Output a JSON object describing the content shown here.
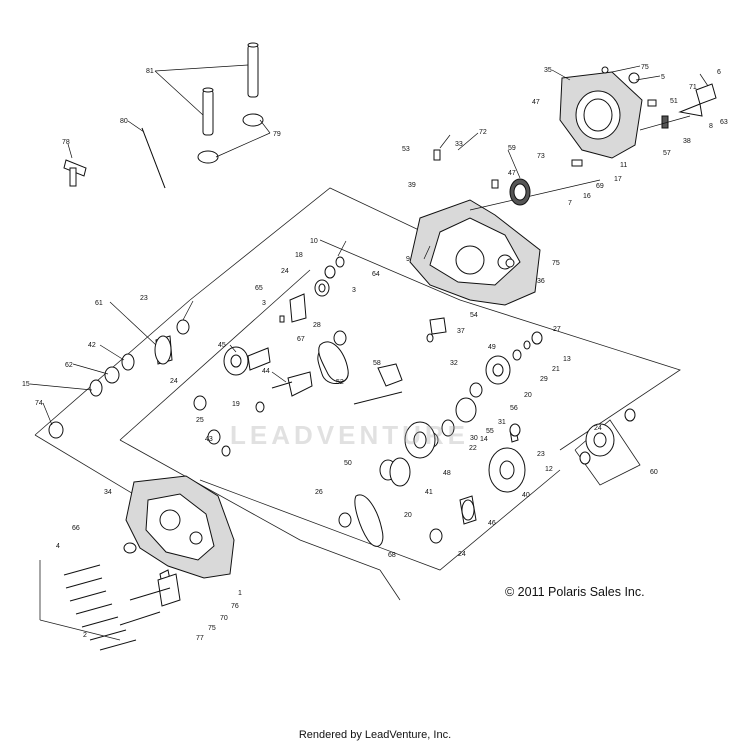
{
  "copyright": "© 2011 Polaris Sales Inc.",
  "footer": "Rendered by LeadVenture, Inc.",
  "watermark": "LEADVENTURE",
  "callouts": [
    {
      "id": "c81",
      "text": "81"
    },
    {
      "id": "c80",
      "text": "80"
    },
    {
      "id": "c79",
      "text": "79"
    },
    {
      "id": "c78",
      "text": "78"
    },
    {
      "id": "c35",
      "text": "35"
    },
    {
      "id": "c75a",
      "text": "75"
    },
    {
      "id": "c5",
      "text": "5"
    },
    {
      "id": "c6",
      "text": "6"
    },
    {
      "id": "c47a",
      "text": "47"
    },
    {
      "id": "c71",
      "text": "71"
    },
    {
      "id": "c51",
      "text": "51"
    },
    {
      "id": "c8",
      "text": "8"
    },
    {
      "id": "c63",
      "text": "63"
    },
    {
      "id": "c38",
      "text": "38"
    },
    {
      "id": "c57",
      "text": "57"
    },
    {
      "id": "c53",
      "text": "53"
    },
    {
      "id": "c33",
      "text": "33"
    },
    {
      "id": "c72",
      "text": "72"
    },
    {
      "id": "c59",
      "text": "59"
    },
    {
      "id": "c73",
      "text": "73"
    },
    {
      "id": "c11",
      "text": "11"
    },
    {
      "id": "c47b",
      "text": "47"
    },
    {
      "id": "c69",
      "text": "69"
    },
    {
      "id": "c17",
      "text": "17"
    },
    {
      "id": "c39",
      "text": "39"
    },
    {
      "id": "c16",
      "text": "16"
    },
    {
      "id": "c7",
      "text": "7"
    },
    {
      "id": "c10",
      "text": "10"
    },
    {
      "id": "c9",
      "text": "9"
    },
    {
      "id": "c18",
      "text": "18"
    },
    {
      "id": "c75b",
      "text": "75"
    },
    {
      "id": "c24a",
      "text": "24"
    },
    {
      "id": "c64",
      "text": "64"
    },
    {
      "id": "c36",
      "text": "36"
    },
    {
      "id": "c65",
      "text": "65"
    },
    {
      "id": "c3a",
      "text": "3"
    },
    {
      "id": "c3b",
      "text": "3"
    },
    {
      "id": "c54",
      "text": "54"
    },
    {
      "id": "c61",
      "text": "61"
    },
    {
      "id": "c23a",
      "text": "23"
    },
    {
      "id": "c28",
      "text": "28"
    },
    {
      "id": "c37",
      "text": "37"
    },
    {
      "id": "c27",
      "text": "27"
    },
    {
      "id": "c67",
      "text": "67"
    },
    {
      "id": "c42",
      "text": "42"
    },
    {
      "id": "c45",
      "text": "45"
    },
    {
      "id": "c32",
      "text": "32"
    },
    {
      "id": "c58",
      "text": "58"
    },
    {
      "id": "c49",
      "text": "49"
    },
    {
      "id": "c13",
      "text": "13"
    },
    {
      "id": "c21",
      "text": "21"
    },
    {
      "id": "c62",
      "text": "62"
    },
    {
      "id": "c29",
      "text": "29"
    },
    {
      "id": "c44",
      "text": "44"
    },
    {
      "id": "c24b",
      "text": "24"
    },
    {
      "id": "c15",
      "text": "15"
    },
    {
      "id": "c52",
      "text": "52"
    },
    {
      "id": "c20a",
      "text": "20"
    },
    {
      "id": "c56",
      "text": "56"
    },
    {
      "id": "c74",
      "text": "74"
    },
    {
      "id": "c19",
      "text": "19"
    },
    {
      "id": "c31",
      "text": "31"
    },
    {
      "id": "c55",
      "text": "55"
    },
    {
      "id": "c25",
      "text": "25"
    },
    {
      "id": "c14",
      "text": "14"
    },
    {
      "id": "c30",
      "text": "30"
    },
    {
      "id": "c22",
      "text": "22"
    },
    {
      "id": "c24c",
      "text": "24"
    },
    {
      "id": "c43",
      "text": "43"
    },
    {
      "id": "c23b",
      "text": "23"
    },
    {
      "id": "c48",
      "text": "48"
    },
    {
      "id": "c12",
      "text": "12"
    },
    {
      "id": "c50",
      "text": "50"
    },
    {
      "id": "c60",
      "text": "60"
    },
    {
      "id": "c41",
      "text": "41"
    },
    {
      "id": "c40",
      "text": "40"
    },
    {
      "id": "c34",
      "text": "34"
    },
    {
      "id": "c26",
      "text": "26"
    },
    {
      "id": "c20b",
      "text": "20"
    },
    {
      "id": "c46",
      "text": "46"
    },
    {
      "id": "c66",
      "text": "66"
    },
    {
      "id": "c4",
      "text": "4"
    },
    {
      "id": "c24d",
      "text": "24"
    },
    {
      "id": "c68",
      "text": "68"
    },
    {
      "id": "c1",
      "text": "1"
    },
    {
      "id": "c76",
      "text": "76"
    },
    {
      "id": "c70",
      "text": "70"
    },
    {
      "id": "c2",
      "text": "2"
    },
    {
      "id": "c75c",
      "text": "75"
    },
    {
      "id": "c77",
      "text": "77"
    }
  ]
}
